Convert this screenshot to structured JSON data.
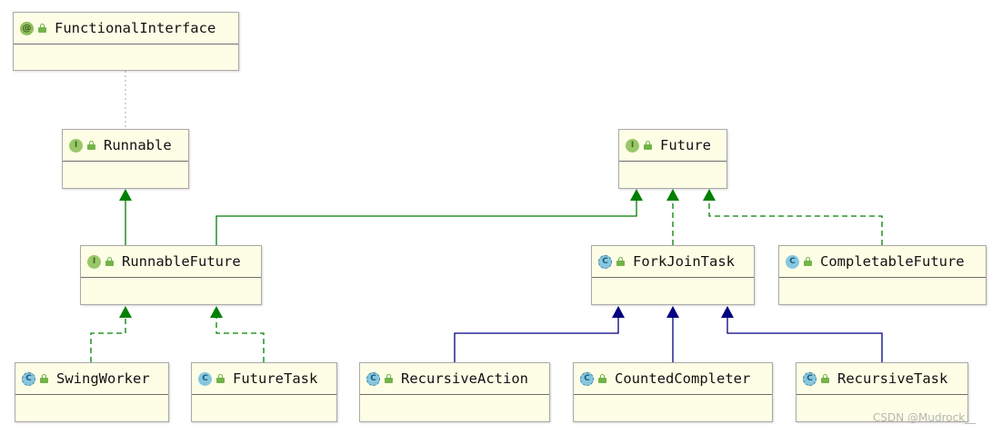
{
  "nodes": [
    {
      "id": "functionalinterface",
      "name": "FunctionalInterface",
      "kind": "annotation",
      "badge": "@"
    },
    {
      "id": "runnable",
      "name": "Runnable",
      "kind": "interface",
      "badge": "I"
    },
    {
      "id": "future",
      "name": "Future",
      "kind": "interface",
      "badge": "I"
    },
    {
      "id": "runnablefuture",
      "name": "RunnableFuture",
      "kind": "interface",
      "badge": "I"
    },
    {
      "id": "forkjointask",
      "name": "ForkJoinTask",
      "kind": "abstract-class",
      "badge": "C"
    },
    {
      "id": "completablefuture",
      "name": "CompletableFuture",
      "kind": "class",
      "badge": "C"
    },
    {
      "id": "swingworker",
      "name": "SwingWorker",
      "kind": "abstract-class",
      "badge": "C"
    },
    {
      "id": "futuretask",
      "name": "FutureTask",
      "kind": "class",
      "badge": "C"
    },
    {
      "id": "recursiveaction",
      "name": "RecursiveAction",
      "kind": "abstract-class",
      "badge": "C"
    },
    {
      "id": "countedcompleter",
      "name": "CountedCompleter",
      "kind": "abstract-class",
      "badge": "C"
    },
    {
      "id": "recursivetask",
      "name": "RecursiveTask",
      "kind": "abstract-class",
      "badge": "C"
    }
  ],
  "edges": [
    {
      "from": "runnable",
      "to": "functionalinterface",
      "type": "annotated"
    },
    {
      "from": "runnablefuture",
      "to": "runnable",
      "type": "extends-interface"
    },
    {
      "from": "runnablefuture",
      "to": "future",
      "type": "extends-interface"
    },
    {
      "from": "forkjointask",
      "to": "future",
      "type": "implements"
    },
    {
      "from": "completablefuture",
      "to": "future",
      "type": "implements"
    },
    {
      "from": "swingworker",
      "to": "runnablefuture",
      "type": "implements"
    },
    {
      "from": "futuretask",
      "to": "runnablefuture",
      "type": "implements"
    },
    {
      "from": "recursiveaction",
      "to": "forkjointask",
      "type": "extends-class"
    },
    {
      "from": "countedcompleter",
      "to": "forkjointask",
      "type": "extends-class"
    },
    {
      "from": "recursivetask",
      "to": "forkjointask",
      "type": "extends-class"
    }
  ],
  "colors": {
    "extends_interface": "#008000",
    "implements": "#008000",
    "extends_class": "#000080",
    "annotated": "#b0a890"
  },
  "watermark": "CSDN @Mudrock__"
}
